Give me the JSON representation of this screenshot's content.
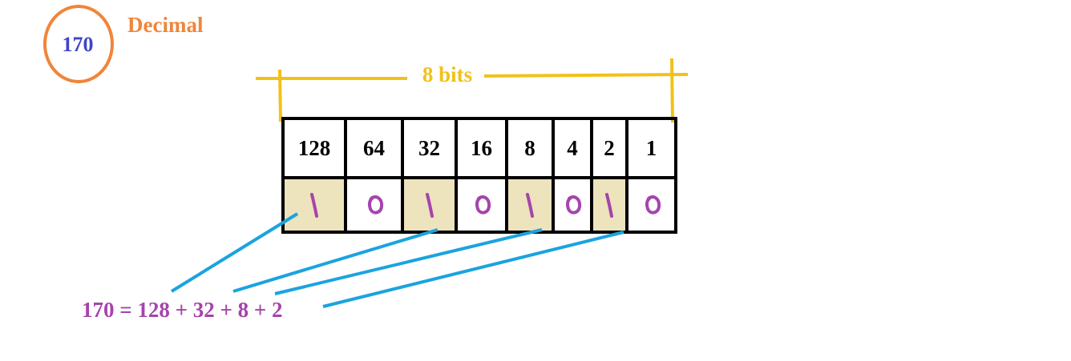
{
  "decimal_badge": {
    "value": "170",
    "label": "Decimal",
    "circle_color": "#F0853A",
    "value_color": "#3E45C9"
  },
  "bit_span": {
    "label": "8 bits",
    "color": "#F2C119"
  },
  "place_values": [
    "128",
    "64",
    "32",
    "16",
    "8",
    "4",
    "2",
    "1"
  ],
  "bits": [
    1,
    0,
    1,
    0,
    1,
    0,
    1,
    0
  ],
  "colors": {
    "bit_highlight": "#EDE3BC",
    "handwriting": "#A544AC",
    "connector": "#1BA3DF",
    "grid": "#000000"
  },
  "equation": {
    "text": "170 = 128 + 32 + 8 + 2",
    "terms": [
      "128",
      "32",
      "8",
      "2"
    ]
  }
}
